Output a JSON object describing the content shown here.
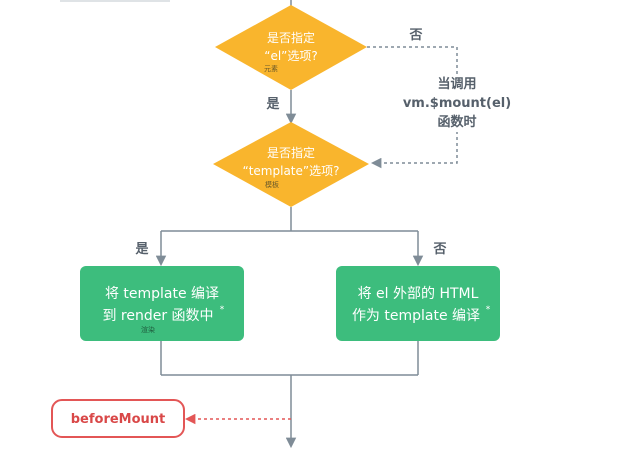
{
  "decision_el": {
    "line1": "是否指定",
    "line2": "“el”选项?",
    "sub": "元素"
  },
  "decision_template": {
    "line1": "是否指定",
    "line2": "“template”选项?",
    "sub": "模板"
  },
  "edge_labels": {
    "no_top": "否",
    "yes_top": "是",
    "yes_left": "是",
    "no_right": "否"
  },
  "side_note": {
    "line1": "当调用",
    "line2": "vm.$mount(el)",
    "line3": "函数时"
  },
  "box_left": {
    "line1": "将 template 编译",
    "line2": "到 render 函数中",
    "star": "*",
    "sub": "渲染"
  },
  "box_right": {
    "line1": "将 el 外部的 HTML",
    "line2": "作为 template 编译",
    "star": "*"
  },
  "hook": {
    "label": "beforeMount"
  },
  "colors": {
    "decision": "#f9b52d",
    "process": "#3dbd7d",
    "hook_border": "#e35656",
    "hook_text": "#d94848",
    "arrow": "#7f8c97",
    "label": "#56606b",
    "dashed_red": "#e35656"
  }
}
